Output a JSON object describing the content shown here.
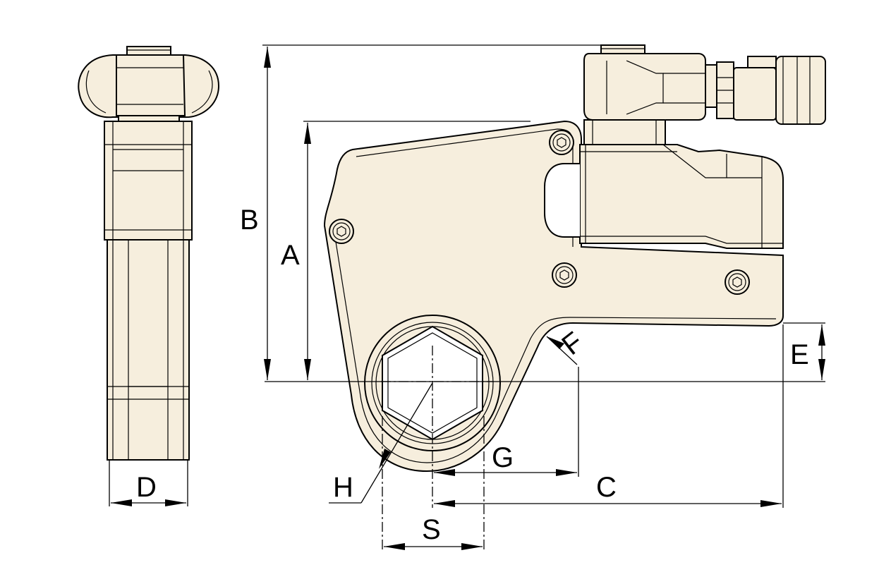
{
  "colors": {
    "body_fill": "#F6EEDD",
    "outline": "#000000",
    "background": "#FFFFFF"
  },
  "labels": {
    "A": "A",
    "B": "B",
    "C": "C",
    "D": "D",
    "E": "E",
    "F": "F",
    "G": "G",
    "H": "H",
    "S": "S"
  },
  "icons": {
    "bolt": "hex-socket-bolt-icon",
    "hex": "hexagon-socket-icon"
  }
}
